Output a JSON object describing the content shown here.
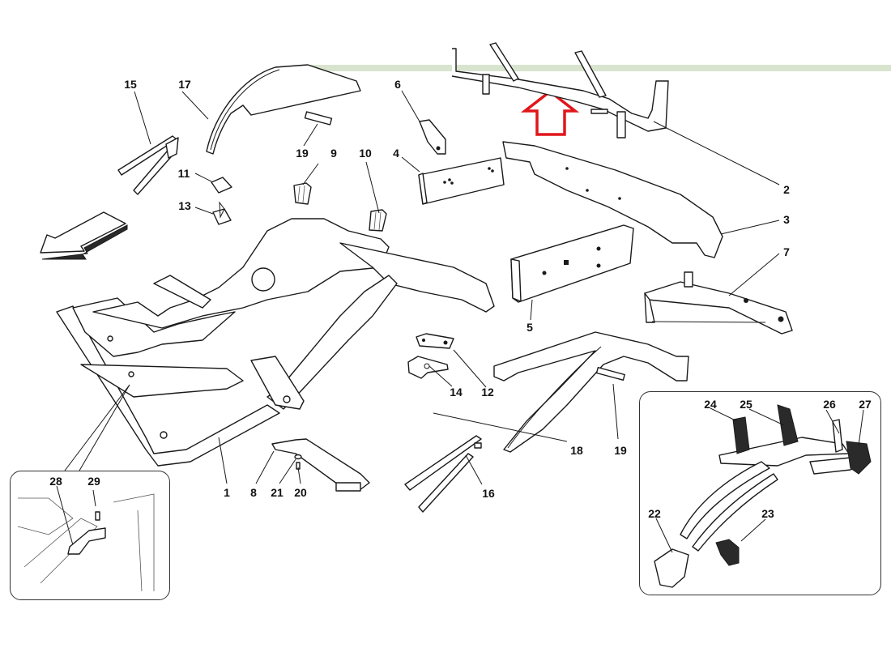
{
  "diagram": {
    "type": "exploded-parts-diagram",
    "subject": "chassis frame structure",
    "highlight_color": "#d9e4cf",
    "indicator_arrow_color": "#e0161b",
    "callouts": [
      {
        "id": "1",
        "label": "1"
      },
      {
        "id": "2",
        "label": "2"
      },
      {
        "id": "3",
        "label": "3"
      },
      {
        "id": "4",
        "label": "4"
      },
      {
        "id": "5",
        "label": "5"
      },
      {
        "id": "6",
        "label": "6"
      },
      {
        "id": "7",
        "label": "7"
      },
      {
        "id": "8",
        "label": "8"
      },
      {
        "id": "9",
        "label": "9"
      },
      {
        "id": "10",
        "label": "10"
      },
      {
        "id": "11",
        "label": "11"
      },
      {
        "id": "12",
        "label": "12"
      },
      {
        "id": "13",
        "label": "13"
      },
      {
        "id": "14",
        "label": "14"
      },
      {
        "id": "15",
        "label": "15"
      },
      {
        "id": "16",
        "label": "16"
      },
      {
        "id": "17",
        "label": "17"
      },
      {
        "id": "18",
        "label": "18"
      },
      {
        "id": "19a",
        "label": "19"
      },
      {
        "id": "19b",
        "label": "19"
      },
      {
        "id": "20",
        "label": "20"
      },
      {
        "id": "21",
        "label": "21"
      },
      {
        "id": "22",
        "label": "22"
      },
      {
        "id": "23",
        "label": "23"
      },
      {
        "id": "24",
        "label": "24"
      },
      {
        "id": "25",
        "label": "25"
      },
      {
        "id": "26",
        "label": "26"
      },
      {
        "id": "27",
        "label": "27"
      },
      {
        "id": "28",
        "label": "28"
      },
      {
        "id": "29",
        "label": "29"
      }
    ],
    "insets": [
      {
        "name": "detail-inset-left",
        "callouts": [
          "28",
          "29"
        ]
      },
      {
        "name": "detail-inset-right",
        "callouts": [
          "22",
          "23",
          "24",
          "25",
          "26",
          "27"
        ]
      }
    ],
    "direction_arrow": "front-direction-arrow",
    "highlighted_part": "2"
  }
}
